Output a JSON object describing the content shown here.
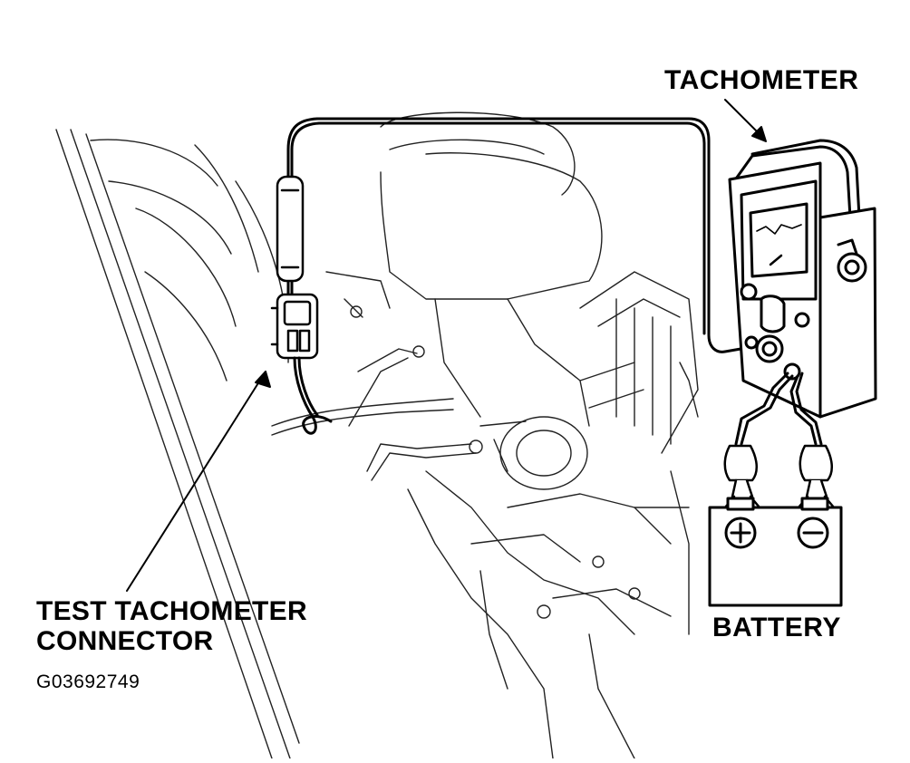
{
  "labels": {
    "tachometer": "TACHOMETER",
    "battery": "BATTERY",
    "connector_line1": "TEST TACHOMETER",
    "connector_line2": "CONNECTOR",
    "figure_code": "G03692749"
  },
  "battery_terminals": {
    "positive": "+",
    "negative": "−"
  },
  "colors": {
    "line": "#000000",
    "background": "#ffffff"
  }
}
